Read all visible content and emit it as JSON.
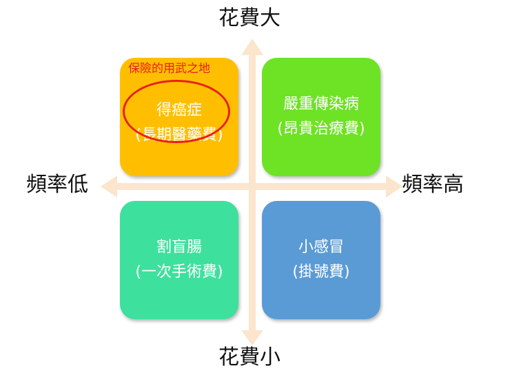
{
  "axes": {
    "top": "花費大",
    "bottom": "花費小",
    "left": "頻率低",
    "right": "頻率高"
  },
  "quadrants": {
    "top_left": {
      "title": "得癌症",
      "subtitle": "(長期醫藥費)",
      "color": "#ffbf00",
      "text_color": "#ffffff"
    },
    "top_right": {
      "title": "嚴重傳染病",
      "subtitle": "(昂貴治療費)",
      "color": "#6ee224",
      "text_color": "#ffffff"
    },
    "bottom_left": {
      "title": "割盲腸",
      "subtitle": "(一次手術費)",
      "color": "#3ee09e",
      "text_color": "#ffffff"
    },
    "bottom_right": {
      "title": "小感冒",
      "subtitle": "(掛號費)",
      "color": "#5b9bd5",
      "text_color": "#ffffff"
    }
  },
  "highlight": {
    "label": "保險的用武之地",
    "color": "#e8201c"
  },
  "arrow_color": "#fce5cd"
}
